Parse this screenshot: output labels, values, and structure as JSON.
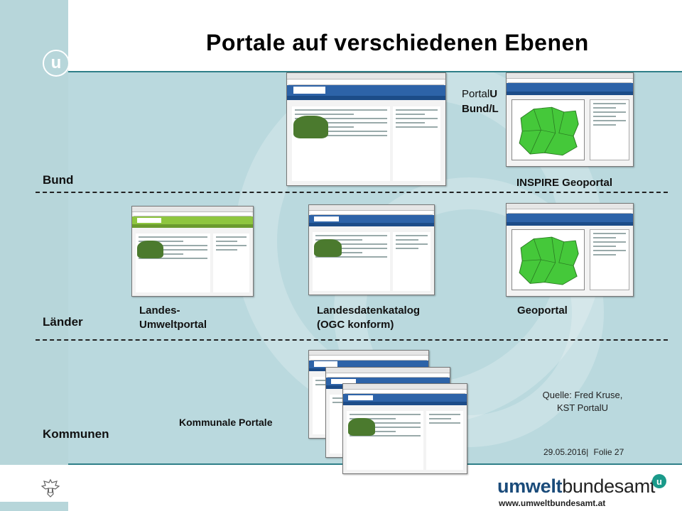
{
  "slide": {
    "title": "Portale auf verschiedenen Ebenen",
    "levels": {
      "bund": "Bund",
      "laender": "Länder",
      "kommunen": "Kommunen"
    },
    "captions": {
      "portal_line1_a": "Portal",
      "portal_line1_b": "U",
      "portal_line2": "Bund/L",
      "inspire": "INSPIRE Geoportal",
      "landes_line1": "Landes-",
      "landes_line2": "Umweltportal",
      "katalog_line1": "Landesdatenkatalog",
      "katalog_line2": "(OGC konform)",
      "geoportal": "Geoportal",
      "kommunal": "Kommunale Portale"
    },
    "source": {
      "line1": "Quelle: Fred Kruse,",
      "line2": "KST PortalU"
    },
    "footer": {
      "date": "29.05.2016",
      "sep": "|",
      "folie_label": "Folie",
      "page": "27"
    },
    "brand": {
      "part1": "umwelt",
      "part2": "bundesamt",
      "u": "u",
      "url": "www.umweltbundesamt.at"
    },
    "logo_letter": "u",
    "colors": {
      "band": "#bad9de",
      "accent": "#2f7f88",
      "portal_blue": "#2d63a8",
      "map_green": "#45c83a",
      "brand_blue": "#1a4b7a"
    }
  }
}
